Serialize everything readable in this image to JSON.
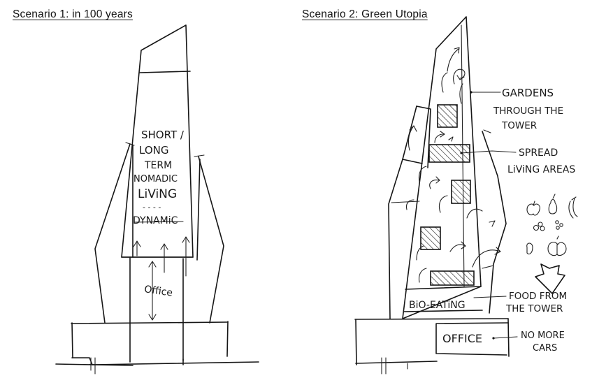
{
  "scenario1": {
    "title": "Scenario 1: in 100 years",
    "tower_text": [
      "SHORT /",
      "LONG",
      "TERM",
      "NOMADIC",
      "LiViNG"
    ],
    "separator": "- - - -",
    "dynamic": "DYNAMiC",
    "office": "Office"
  },
  "scenario2": {
    "title": "Scenario 2: Green Utopia",
    "gardens": [
      "GARDENS",
      "THROUGH THE",
      "TOWER"
    ],
    "spread": [
      "SPREAD",
      "LiViNG AREAS"
    ],
    "bio_eating": "BiO-EATiNG",
    "food": [
      "FOOD FROM",
      "THE TOWER"
    ],
    "office": "OFFICE",
    "no_cars": [
      "NO MORE",
      "CARS"
    ]
  }
}
